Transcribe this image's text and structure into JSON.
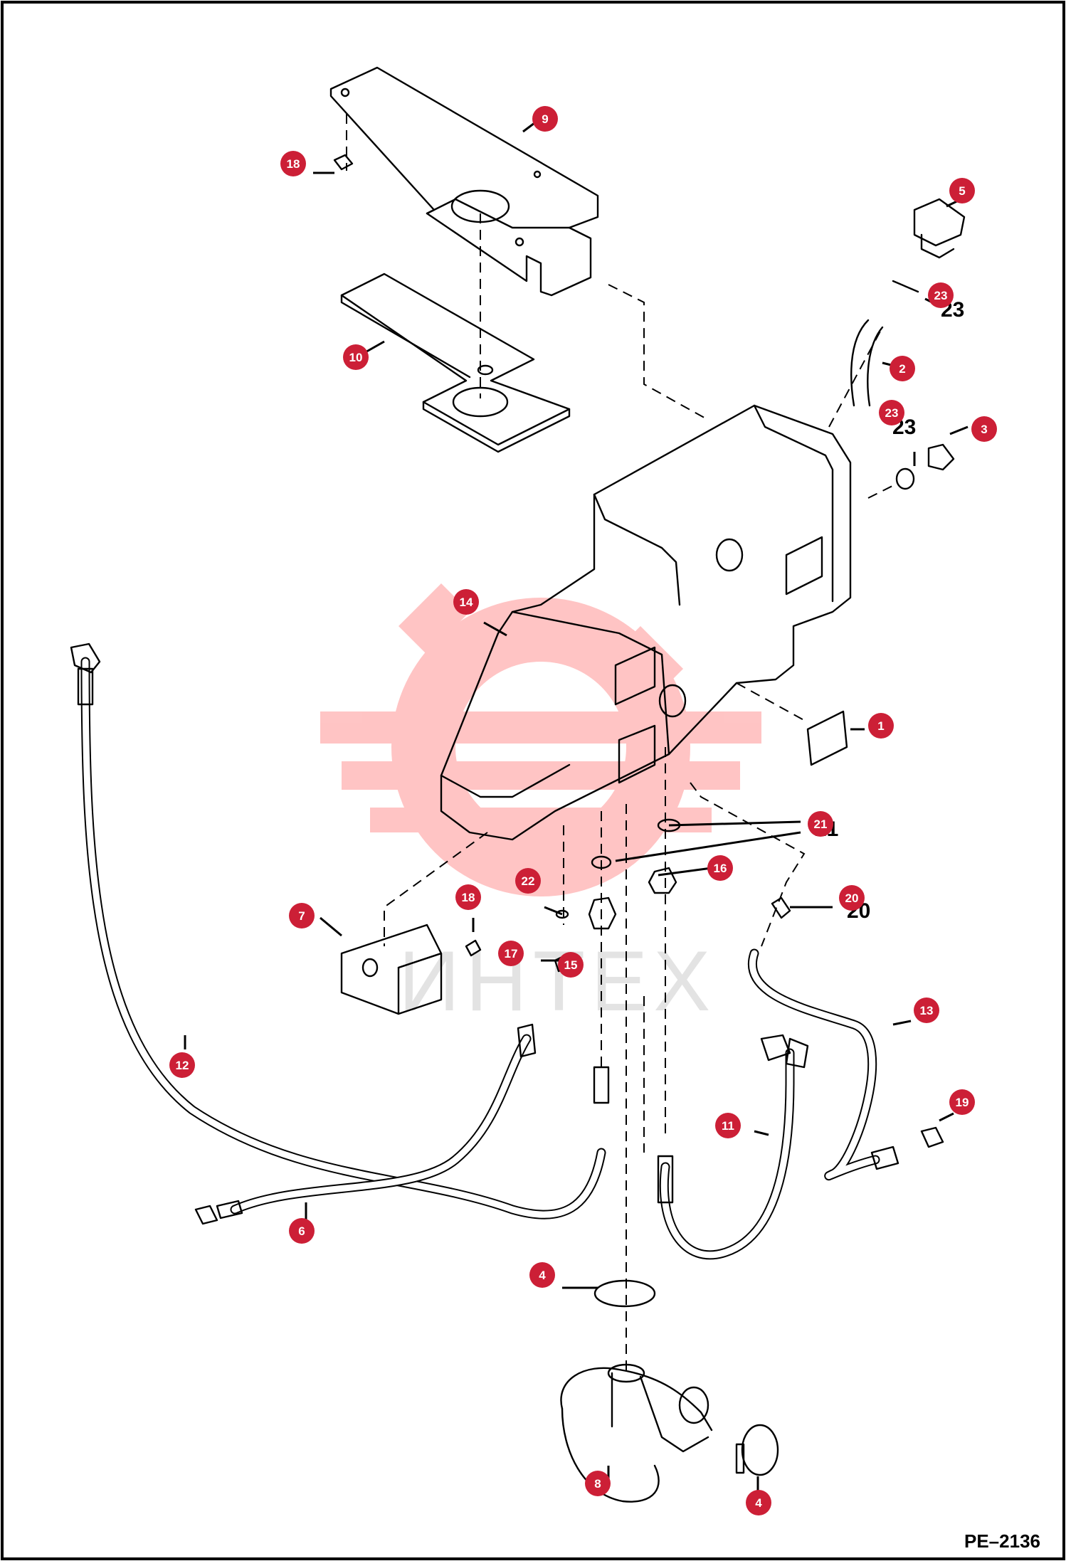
{
  "figure_id": "PE–2136",
  "watermark_text": "ИНТЕХ",
  "callout_color": "#cc1f36",
  "watermark_color": "#ff5a5a",
  "callouts": [
    {
      "number": "1"
    },
    {
      "number": "2"
    },
    {
      "number": "3"
    },
    {
      "number": "4"
    },
    {
      "number": "4"
    },
    {
      "number": "5"
    },
    {
      "number": "6"
    },
    {
      "number": "7"
    },
    {
      "number": "8"
    },
    {
      "number": "9"
    },
    {
      "number": "10"
    },
    {
      "number": "11"
    },
    {
      "number": "12"
    },
    {
      "number": "13"
    },
    {
      "number": "14"
    },
    {
      "number": "15"
    },
    {
      "number": "16"
    },
    {
      "number": "17"
    },
    {
      "number": "18"
    },
    {
      "number": "18"
    },
    {
      "number": "19"
    },
    {
      "number": "20"
    },
    {
      "number": "21"
    },
    {
      "number": "22"
    },
    {
      "number": "23"
    },
    {
      "number": "23"
    }
  ]
}
